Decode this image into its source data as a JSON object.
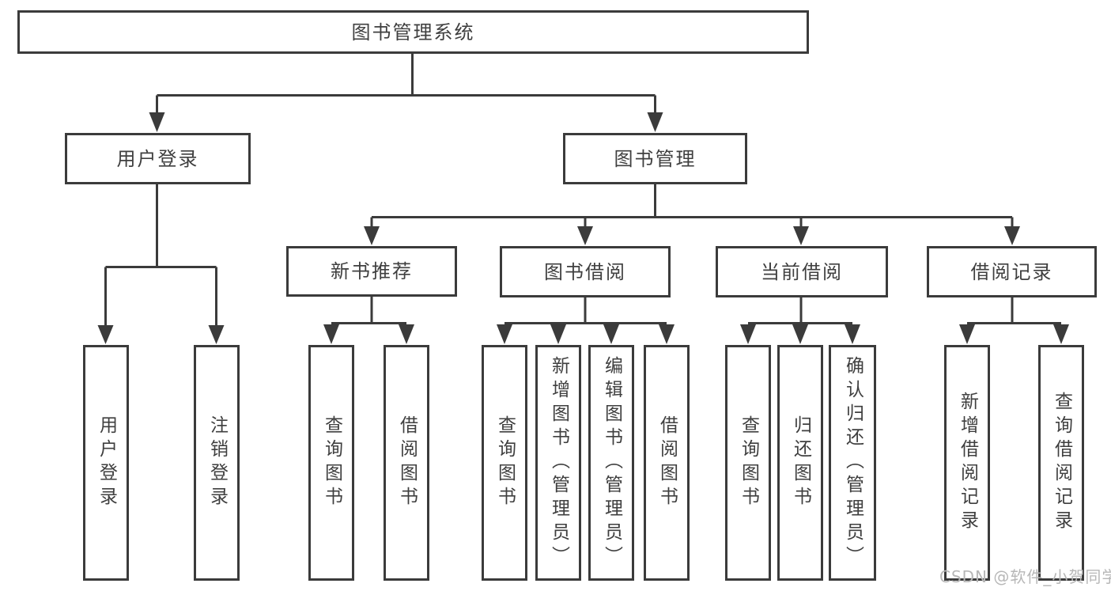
{
  "nodes": {
    "root": "图书管理系统",
    "user_login": "用户登录",
    "book_management": "图书管理",
    "new_book_recommend": "新书推荐",
    "book_borrowing": "图书借阅",
    "current_borrowing": "当前借阅",
    "borrowing_records": "借阅记录",
    "leaf_user_login": "用户登录",
    "leaf_logout": "注销登录",
    "leaf_nbr_query_books": "查询图书",
    "leaf_nbr_borrow_books": "借阅图书",
    "leaf_bb_query_books": "查询图书",
    "leaf_bb_add_books_admin": "新增图书（管理员）",
    "leaf_bb_edit_books_admin": "编辑图书（管理员）",
    "leaf_bb_borrow_books": "借阅图书",
    "leaf_cb_query_books": "查询图书",
    "leaf_cb_return_books": "归还图书",
    "leaf_cb_confirm_return_admin": "确认归还（管理员）",
    "leaf_br_add_record": "新增借阅记录",
    "leaf_br_query_record": "查询借阅记录"
  },
  "watermark": "CSDN @软件_小贺同学",
  "colors": {
    "line": "#3b3b3b",
    "text": "#3f3f3f",
    "background": "#ffffff",
    "watermark": "#b7b7b7"
  }
}
